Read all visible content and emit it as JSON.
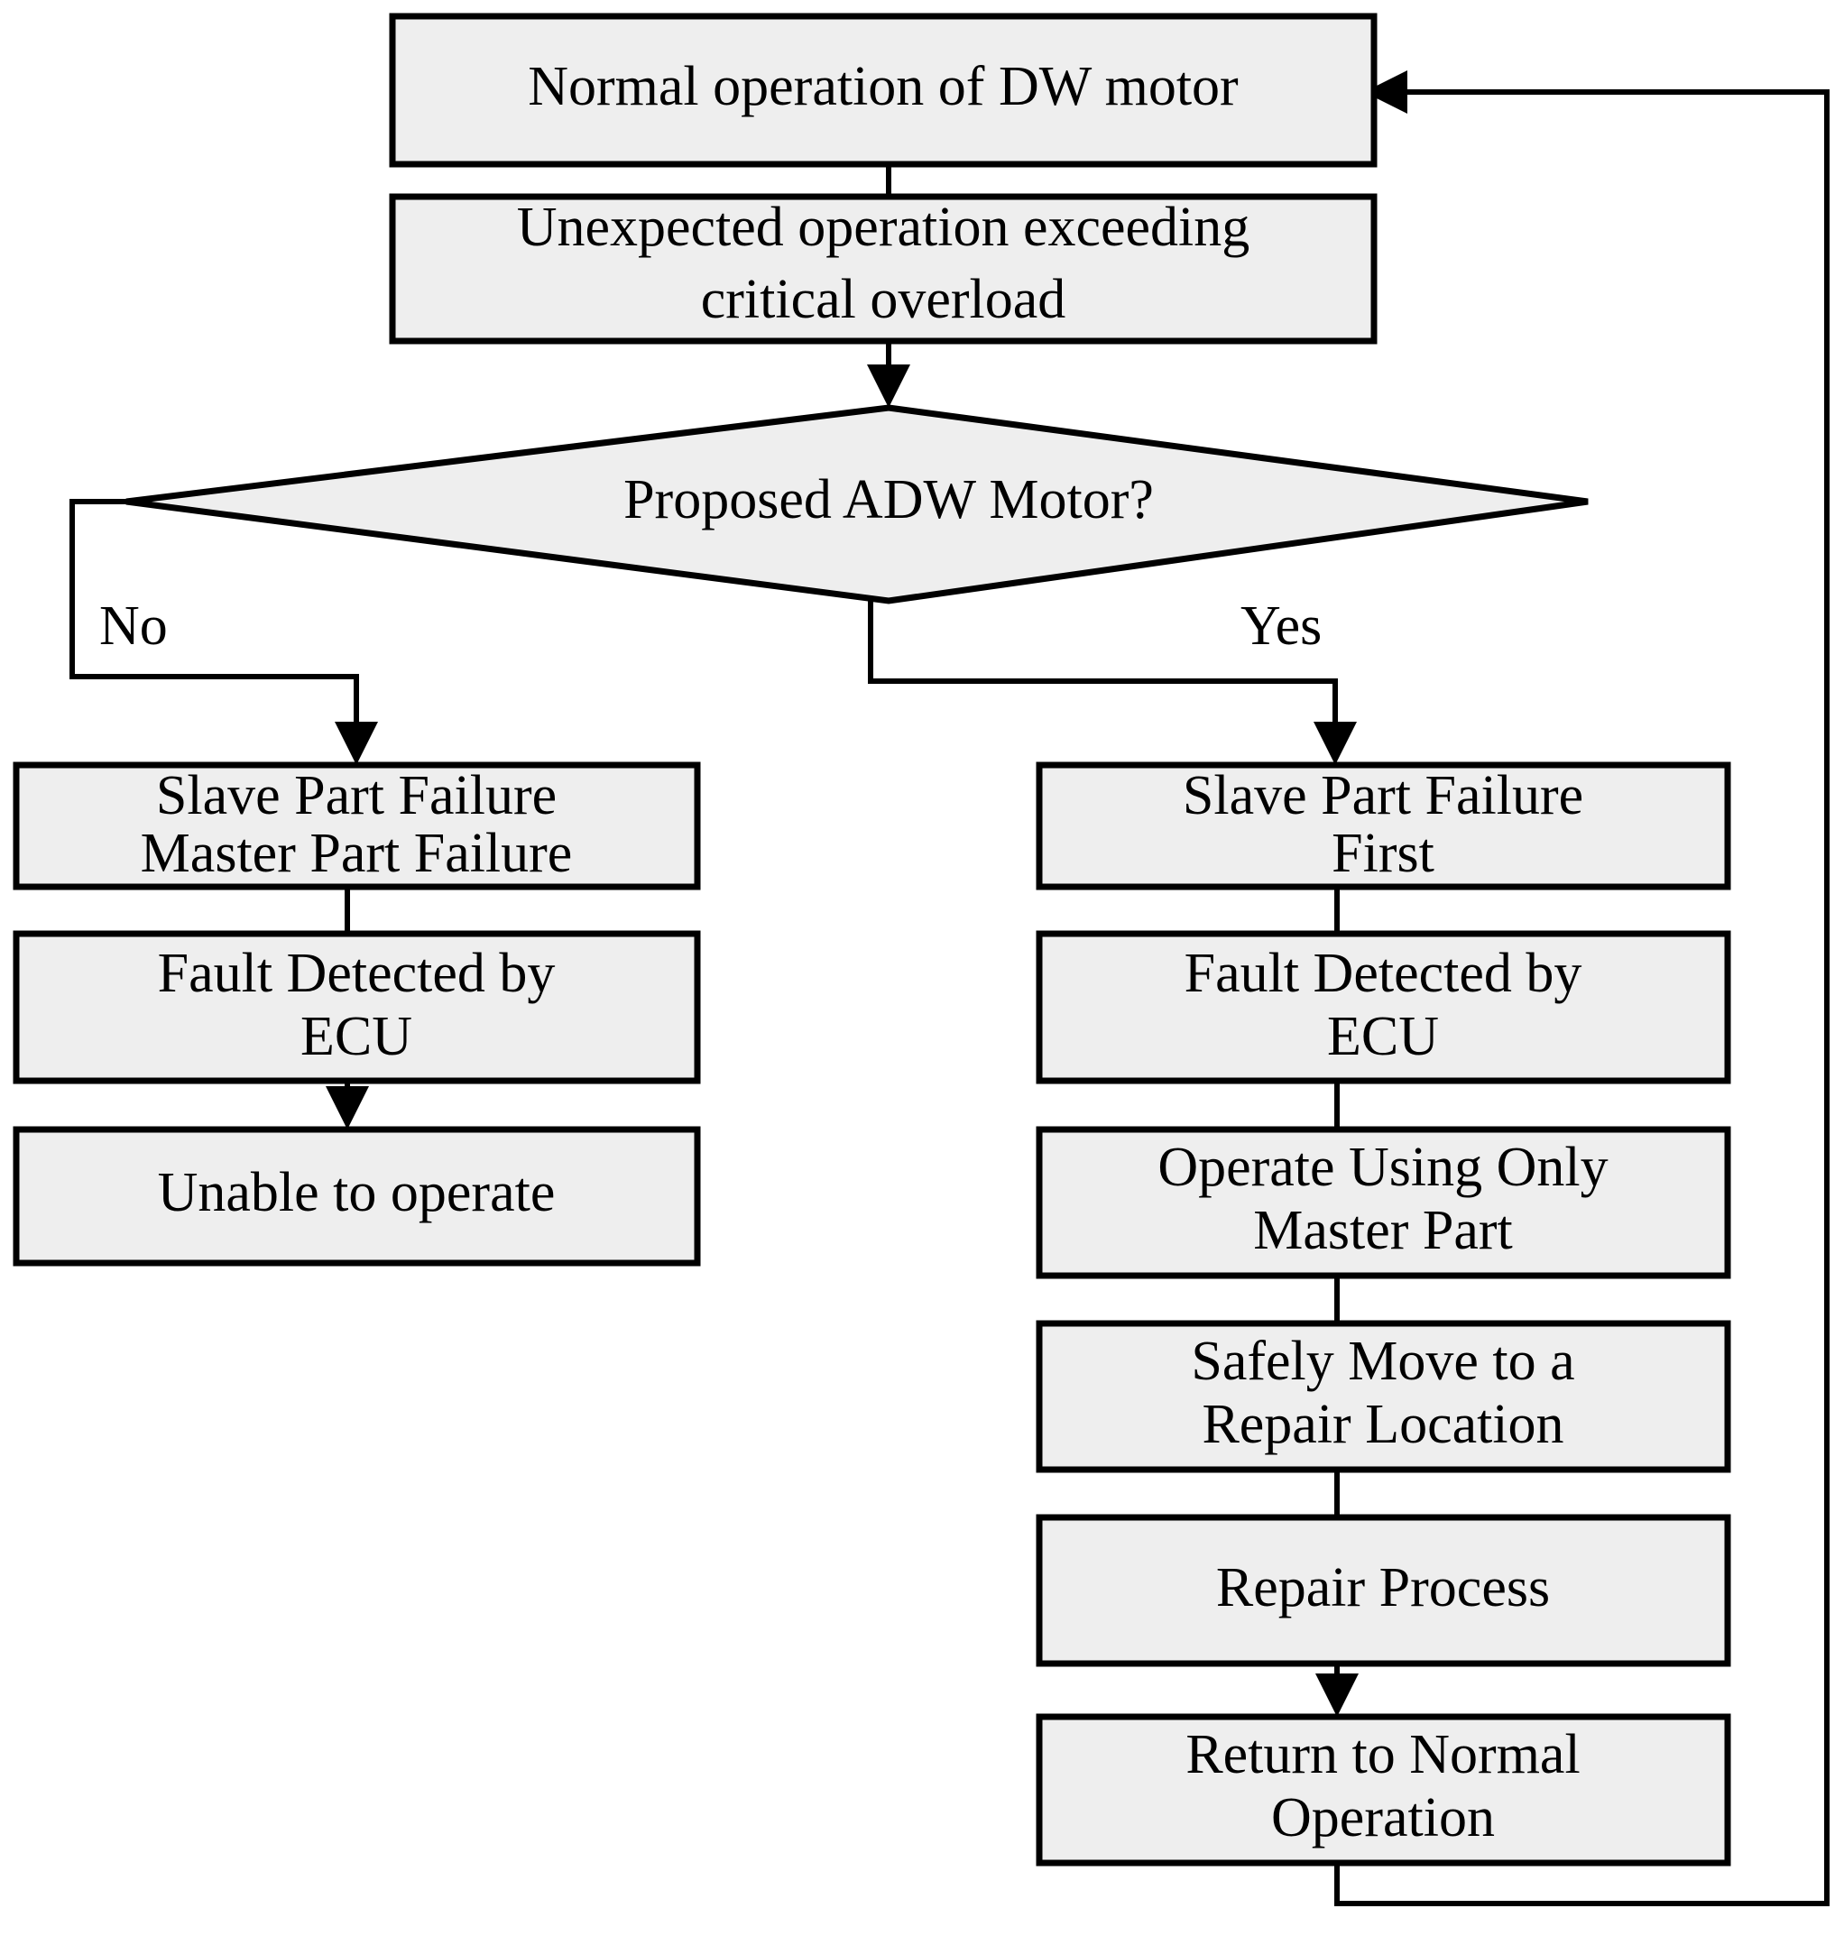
{
  "diagram": {
    "title": "ADW motor fault handling flowchart",
    "type": "flowchart",
    "colors": {
      "node_fill": "#eeeeee",
      "node_stroke": "#000000",
      "connector": "#000000",
      "background": "#ffffff"
    },
    "nodes": {
      "normal_operation": {
        "shape": "rectangle",
        "text": "Normal operation of DW motor"
      },
      "unexpected_operation": {
        "shape": "rectangle",
        "line1": "Unexpected operation exceeding",
        "line2": "critical  overload"
      },
      "decision": {
        "shape": "diamond",
        "text": "Proposed ADW Motor?"
      },
      "left_failure": {
        "shape": "rectangle",
        "line1": "Slave Part Failure",
        "line2": "Master Part Failure"
      },
      "left_fault_detected": {
        "shape": "rectangle",
        "line1": "Fault Detected by",
        "line2": "ECU"
      },
      "left_unable": {
        "shape": "rectangle",
        "text": "Unable to operate"
      },
      "right_failure": {
        "shape": "rectangle",
        "line1": "Slave Part Failure",
        "line2": "First"
      },
      "right_fault_detected": {
        "shape": "rectangle",
        "line1": "Fault Detected by",
        "line2": "ECU"
      },
      "right_operate_master": {
        "shape": "rectangle",
        "line1": "Operate Using Only",
        "line2": "Master Part"
      },
      "right_safely_move": {
        "shape": "rectangle",
        "line1": "Safely Move to a",
        "line2": "Repair Location"
      },
      "right_repair": {
        "shape": "rectangle",
        "text": "Repair Process"
      },
      "right_return": {
        "shape": "rectangle",
        "line1": "Return to Normal",
        "line2": "Operation"
      }
    },
    "branch_labels": {
      "no": "No",
      "yes": "Yes"
    }
  }
}
